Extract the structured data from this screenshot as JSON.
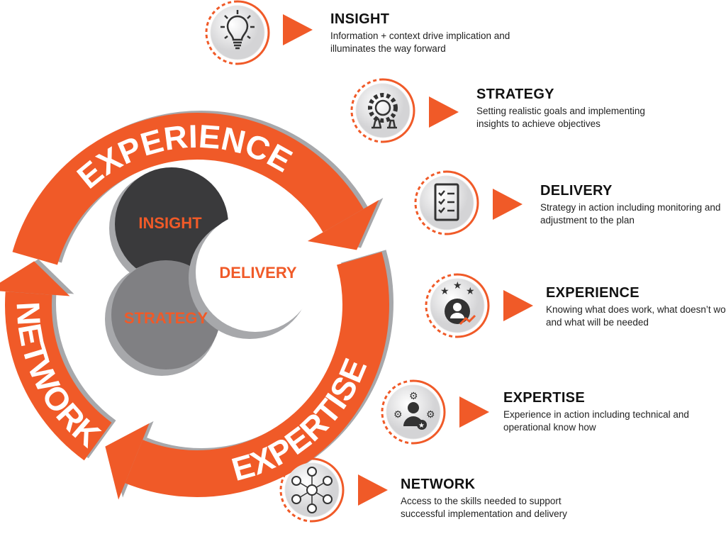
{
  "colors": {
    "accent": "#f05a28",
    "dark": "#3a3a3c",
    "gray": "#808083",
    "shadow": "#a7a8ab"
  },
  "cycle": {
    "experience": "EXPERIENCE",
    "expertise": "EXPERTISE",
    "network": "NETWORK",
    "center": {
      "insight": "INSIGHT",
      "strategy": "STRATEGY",
      "delivery": "DELIVERY"
    }
  },
  "items": [
    {
      "icon": "lightbulb-icon",
      "title": "INSIGHT",
      "text": "Information + context drive implication and illuminates the way forward"
    },
    {
      "icon": "gear-chess-icon",
      "title": "STRATEGY",
      "text": "Setting realistic goals and implementing insights to achieve objectives"
    },
    {
      "icon": "checklist-icon",
      "title": "DELIVERY",
      "text": "Strategy in action including monitoring and adjustment to the plan"
    },
    {
      "icon": "person-stars-icon",
      "title": "EXPERIENCE",
      "text": "Knowing what does work, what doesn’t work and what will be needed"
    },
    {
      "icon": "person-gears-icon",
      "title": "EXPERTISE",
      "text": "Experience in action including technical and operational know how"
    },
    {
      "icon": "network-people-icon",
      "title": "NETWORK",
      "text": "Access to the skills needed to support successful implementation and delivery"
    }
  ]
}
